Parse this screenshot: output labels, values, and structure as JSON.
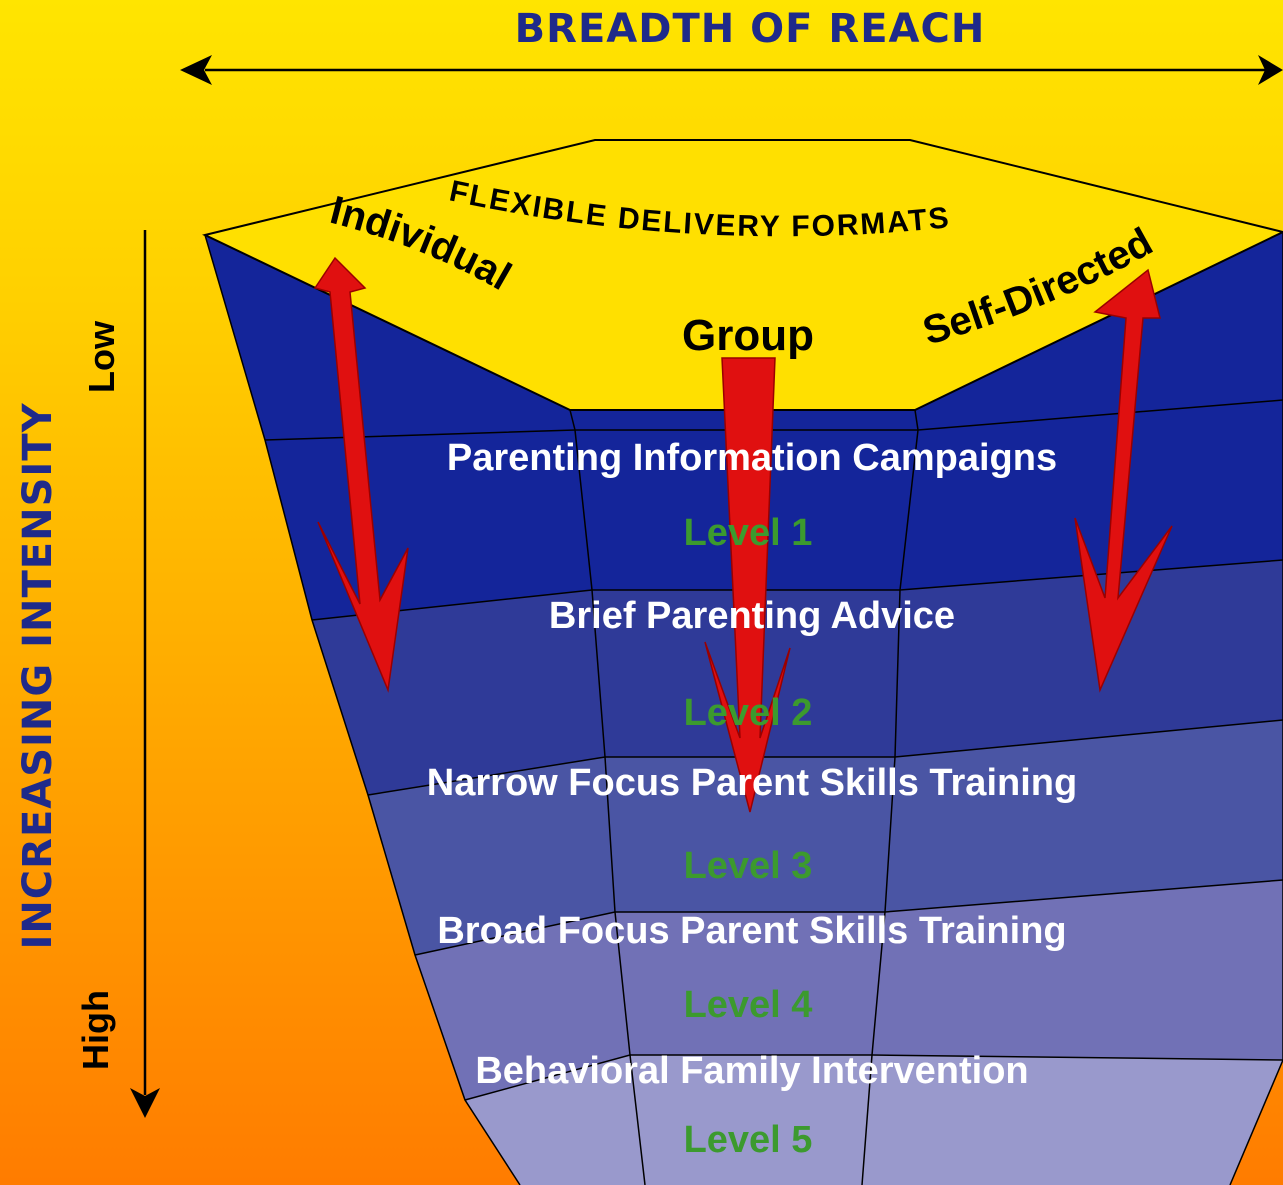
{
  "title_top": "BREADTH OF REACH",
  "title_side": "INCREASING INTENSITY",
  "axis_low": "Low",
  "axis_high": "High",
  "header": "FLEXIBLE DELIVERY FORMATS",
  "formats": [
    "Individual",
    "Group",
    "Self-Directed"
  ],
  "levels": [
    {
      "name": "Parenting Information Campaigns",
      "label": "Level 1",
      "color": "#14259A"
    },
    {
      "name": "Brief Parenting Advice",
      "label": "Level 2",
      "color": "#2F3A98"
    },
    {
      "name": "Narrow Focus Parent Skills Training",
      "label": "Level 3",
      "color": "#4A55A4"
    },
    {
      "name": "Broad Focus Parent Skills Training",
      "label": "Level 4",
      "color": "#7171B6"
    },
    {
      "name": "Behavioral Family Intervention",
      "label": "Level 5",
      "color": "#9999CC"
    }
  ],
  "colors": {
    "title": "#1F2A8A",
    "level_label": "#3C9A2E",
    "arrow": "#E01010",
    "top_face": "#FFE000"
  }
}
